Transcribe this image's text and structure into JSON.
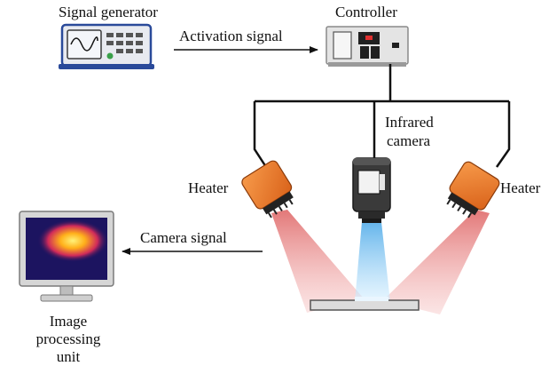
{
  "labels": {
    "signal_generator": "Signal generator",
    "controller": "Controller",
    "activation_signal": "Activation signal",
    "infrared_camera_line1": "Infrared",
    "infrared_camera_line2": "camera",
    "heater_left": "Heater",
    "heater_right": "Heater",
    "camera_signal": "Camera signal",
    "image_unit_line1": "Image",
    "image_unit_line2": "processing",
    "image_unit_line3": "unit"
  },
  "colors": {
    "heater_body": "#f07a2a",
    "heat_beam": "#e88080",
    "ir_beam": "#7ec8f0",
    "camera_body": "#333333",
    "monitor_frame": "#d8d8d8",
    "screen_dark": "#1c1460",
    "hotspot": "#ffd21a"
  },
  "icons": {
    "signal_generator": "signal-generator-icon",
    "controller": "controller-icon",
    "camera": "infrared-camera-icon",
    "heater": "heater-icon",
    "monitor": "monitor-icon"
  }
}
